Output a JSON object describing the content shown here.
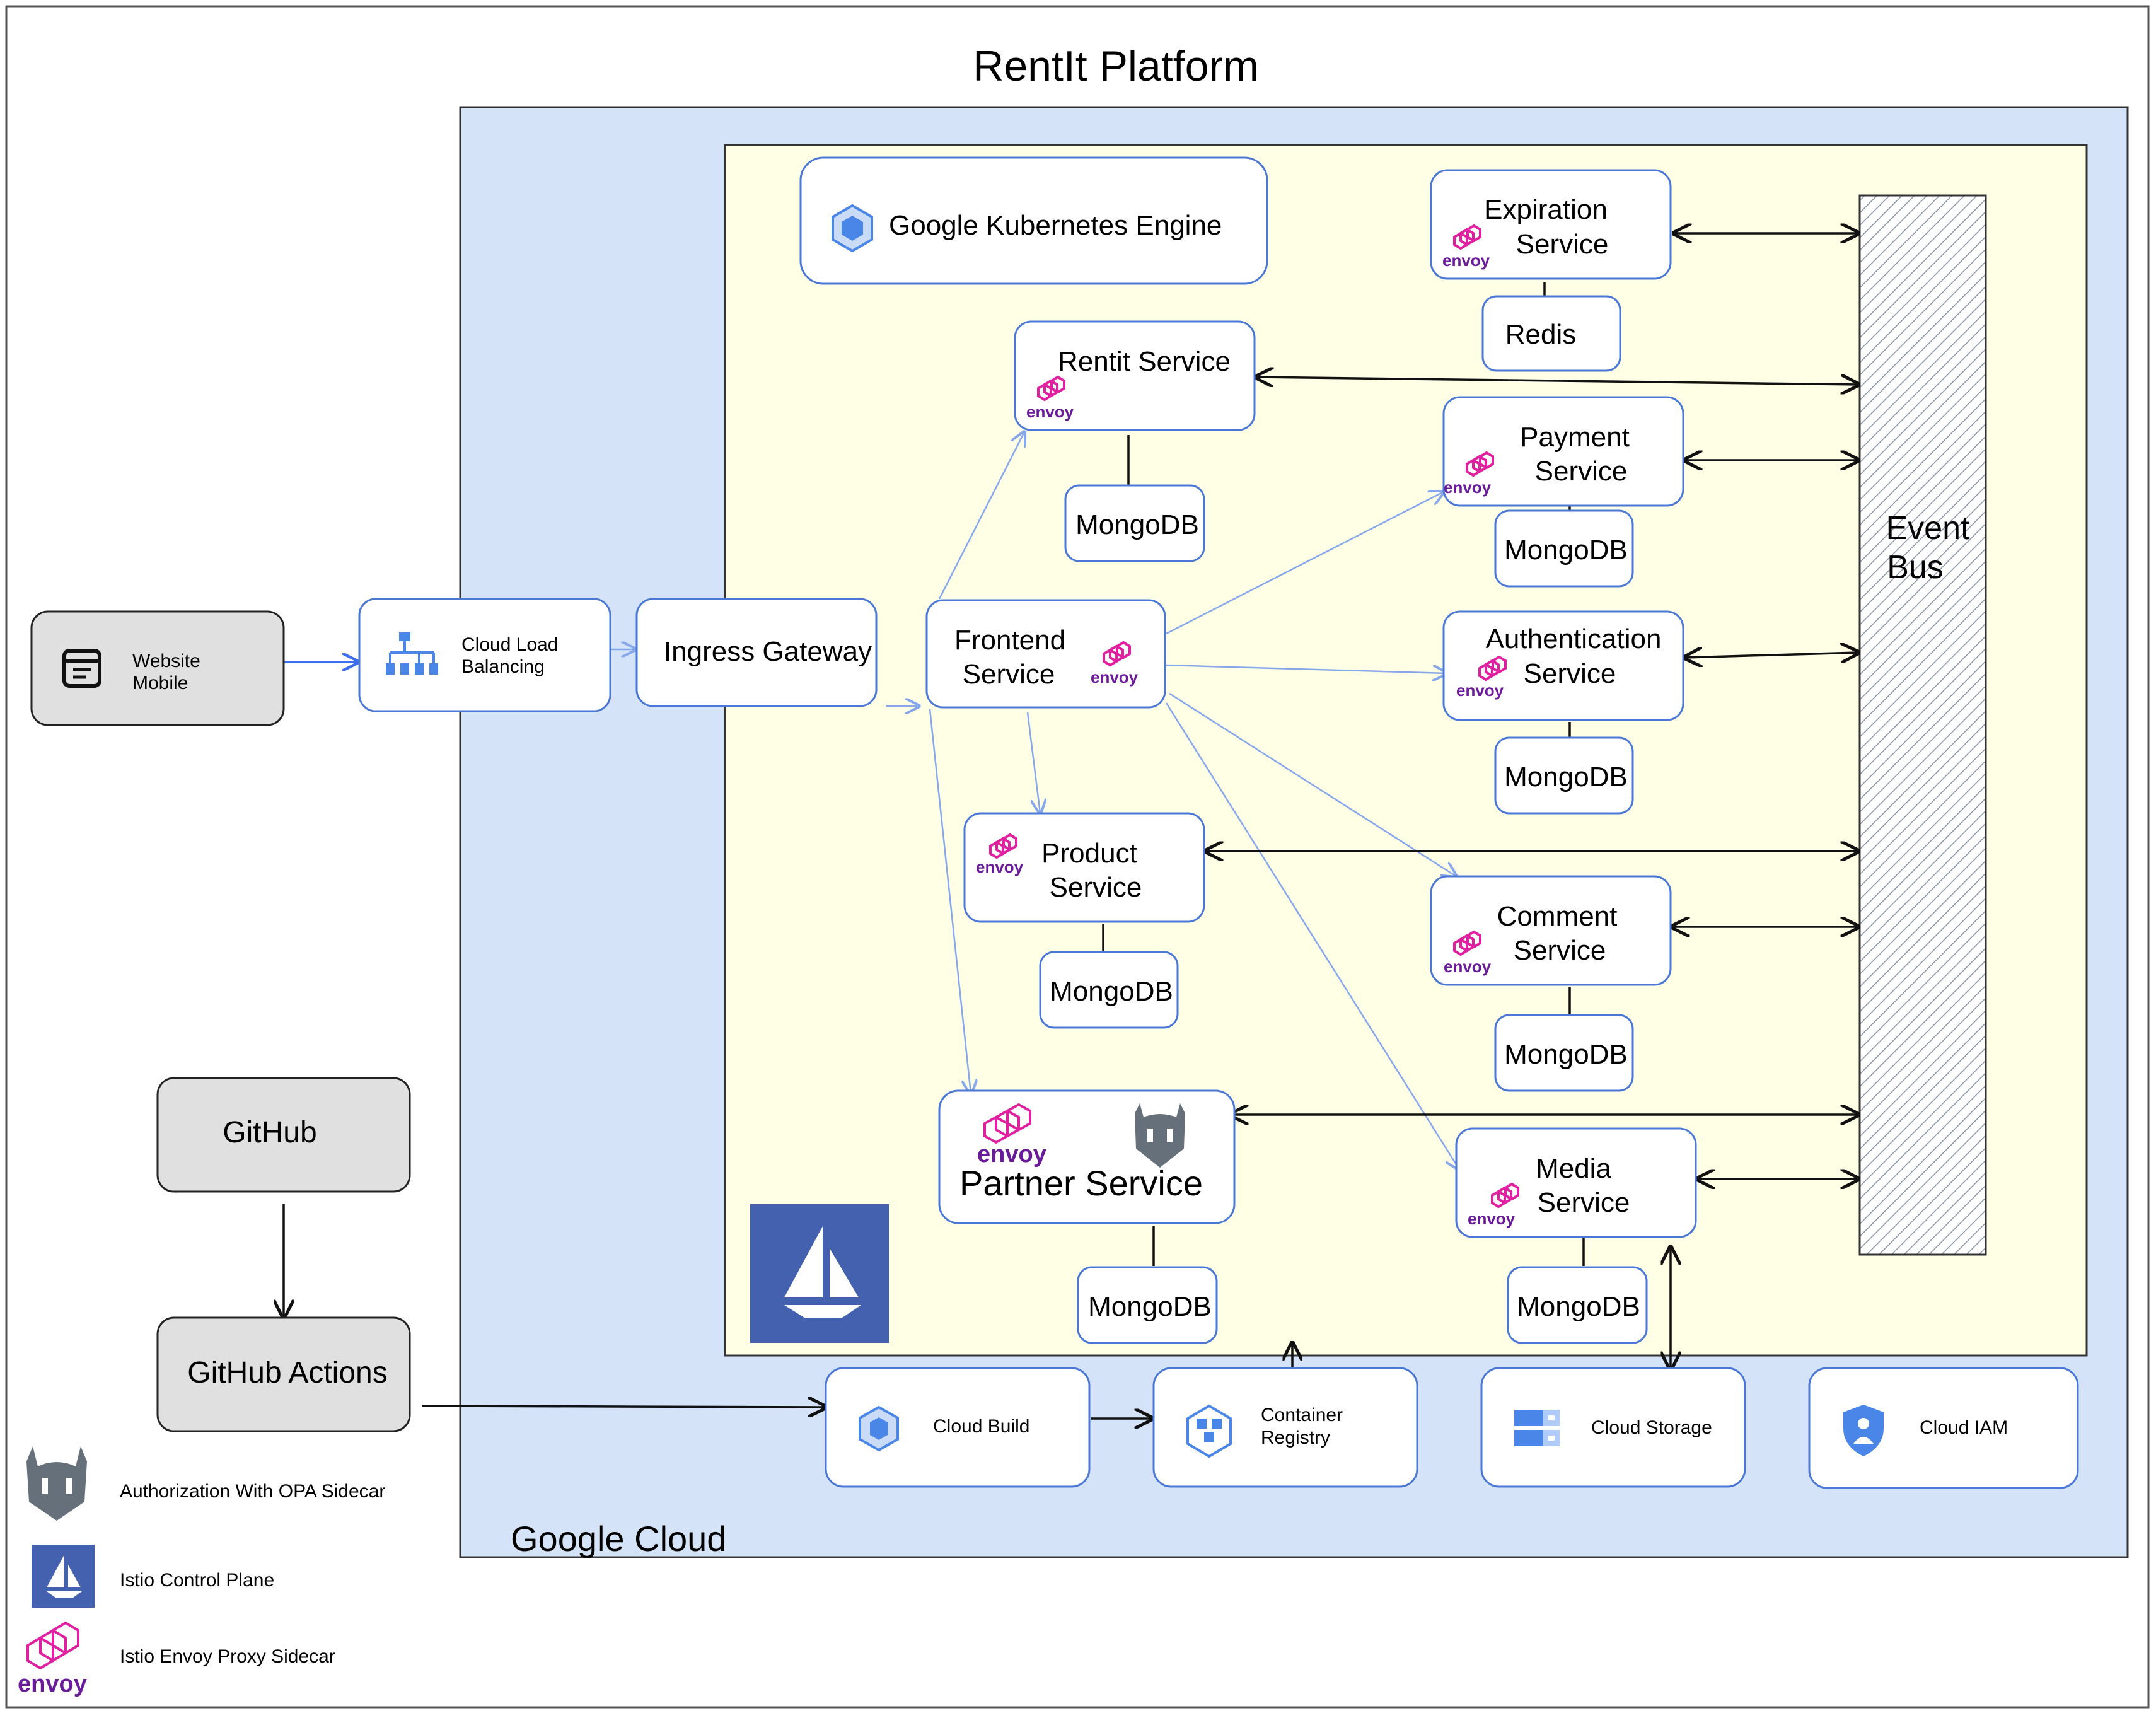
{
  "title": "RentIt Platform",
  "regions": {
    "google_cloud": "Google Cloud",
    "event_bus": [
      "Event",
      "Bus"
    ]
  },
  "envoy_text": "envoy",
  "nodes": {
    "client": [
      "Website",
      "Mobile"
    ],
    "lb": [
      "Cloud Load",
      "Balancing"
    ],
    "ingress": "Ingress Gateway",
    "gke": "Google Kubernetes Engine",
    "frontend": [
      "Frontend",
      "Service"
    ],
    "rentit": "Rentit Service",
    "expiration": [
      "Expiration",
      "Service"
    ],
    "redis": "Redis",
    "payment": [
      "Payment",
      "Service"
    ],
    "auth": [
      "Authentication",
      "Service"
    ],
    "product": [
      "Product",
      "Service"
    ],
    "comment": [
      "Comment",
      "Service"
    ],
    "partner": "Partner Service",
    "media": [
      "Media",
      "Service"
    ],
    "mongodb": "MongoDB",
    "github": "GitHub",
    "github_actions": "GitHub Actions",
    "cloud_build": "Cloud Build",
    "container_registry": [
      "Container",
      "Registry"
    ],
    "cloud_storage": "Cloud Storage",
    "cloud_iam": "Cloud IAM"
  },
  "legend": {
    "opa": "Authorization With OPA  Sidecar",
    "istio": "Istio Control Plane",
    "envoy": "Istio Envoy Proxy Sidecar"
  },
  "colors": {
    "cloud_fill": "#d4e3f8",
    "gke_fill": "#ffffe6",
    "box_stroke": "#4b78d6",
    "envoy_pink": "#e020a0",
    "envoy_purple": "#6a1b9a",
    "istio_blue": "#4361ae",
    "icon_blue": "#4a86e8"
  },
  "icons": [
    "browser-icon",
    "load-balancer-icon",
    "gke-icon",
    "cloud-build-icon",
    "container-registry-icon",
    "cloud-storage-icon",
    "cloud-iam-icon",
    "istio-icon",
    "opa-icon",
    "envoy-icon"
  ]
}
